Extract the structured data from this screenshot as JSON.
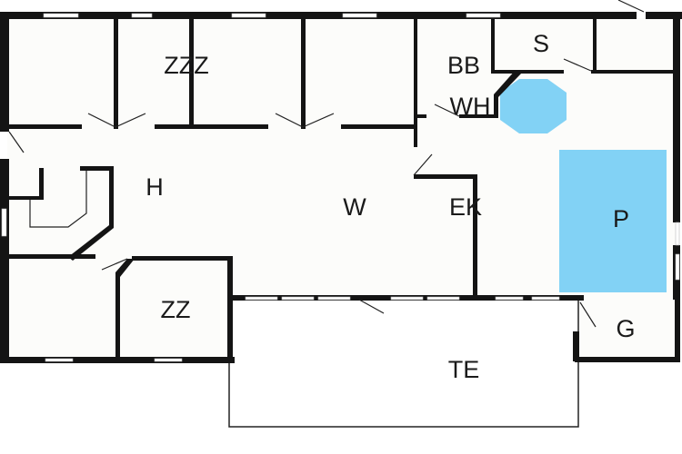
{
  "rooms": {
    "bedrooms_top": "ZZZ",
    "bathroom": "BB",
    "sauna": "S",
    "whirlpool": "WH",
    "hall": "H",
    "living": "W",
    "kitchen": "EK",
    "pool": "P",
    "bedroom_small": "ZZ",
    "garage": "G",
    "terrace": "TE"
  },
  "colors": {
    "wall": "#141414",
    "water": "#82d2f5",
    "floor": "#fcfcfa"
  }
}
